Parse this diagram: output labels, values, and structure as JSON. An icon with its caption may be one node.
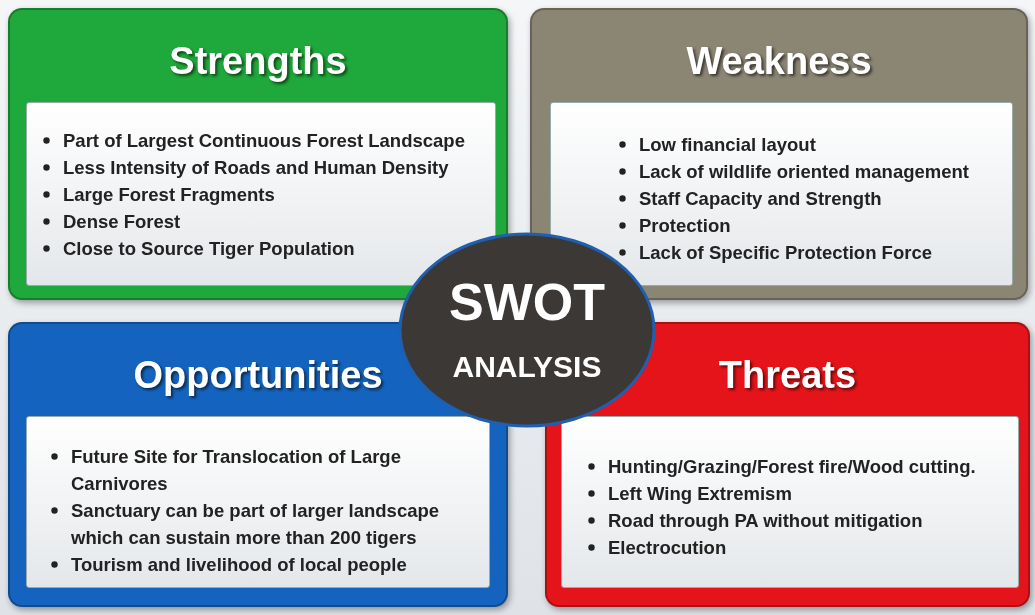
{
  "diagram": {
    "nodes": [
      {
        "text": [
          "Strengths"
        ]
      },
      {
        "text": [
          "Part of Largest Continuous Forest Landscape",
          "Less Intensity of Roads and Human Density",
          "Large Forest Fragments",
          "Dense Forest",
          "Close to Source Tiger Population"
        ],
        "in": 0
      },
      {
        "text": [
          "Weakness"
        ]
      },
      {
        "text": [
          "Low financial layout",
          "Lack of wildlife oriented management",
          "Staff Capacity and Strength",
          "Protection",
          "Lack of Specific Protection Force"
        ],
        "in": 2
      },
      {
        "text": [
          "Opportunities"
        ]
      },
      {
        "text": [
          "Future Site for Translocation of Large Carnivores",
          "Sanctuary can be part of larger landscape which can sustain more than 200 tigers",
          "Tourism and livelihood of local people"
        ],
        "in": 4
      },
      {
        "text": [
          "Threats"
        ]
      },
      {
        "text": [
          "Hunting/Grazing/Forest fire/Wood cutting.",
          "Left Wing Extremism",
          "Road through PA without mitigation",
          "Electrocution"
        ],
        "in": 6
      },
      {
        "text": [
          "SWOT",
          "ANALYSIS"
        ]
      }
    ]
  }
}
